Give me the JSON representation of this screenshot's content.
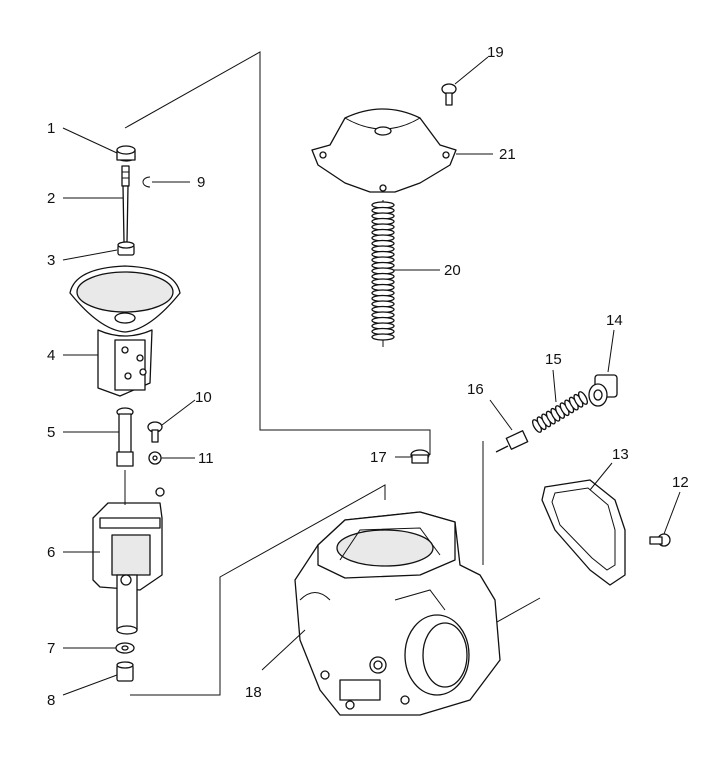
{
  "diagram": {
    "callouts": [
      {
        "num": "1"
      },
      {
        "num": "2"
      },
      {
        "num": "3"
      },
      {
        "num": "4"
      },
      {
        "num": "5"
      },
      {
        "num": "6"
      },
      {
        "num": "7"
      },
      {
        "num": "8"
      },
      {
        "num": "9"
      },
      {
        "num": "10"
      },
      {
        "num": "11"
      },
      {
        "num": "12"
      },
      {
        "num": "13"
      },
      {
        "num": "14"
      },
      {
        "num": "15"
      },
      {
        "num": "16"
      },
      {
        "num": "17"
      },
      {
        "num": "18"
      },
      {
        "num": "19"
      },
      {
        "num": "20"
      },
      {
        "num": "21"
      }
    ]
  }
}
